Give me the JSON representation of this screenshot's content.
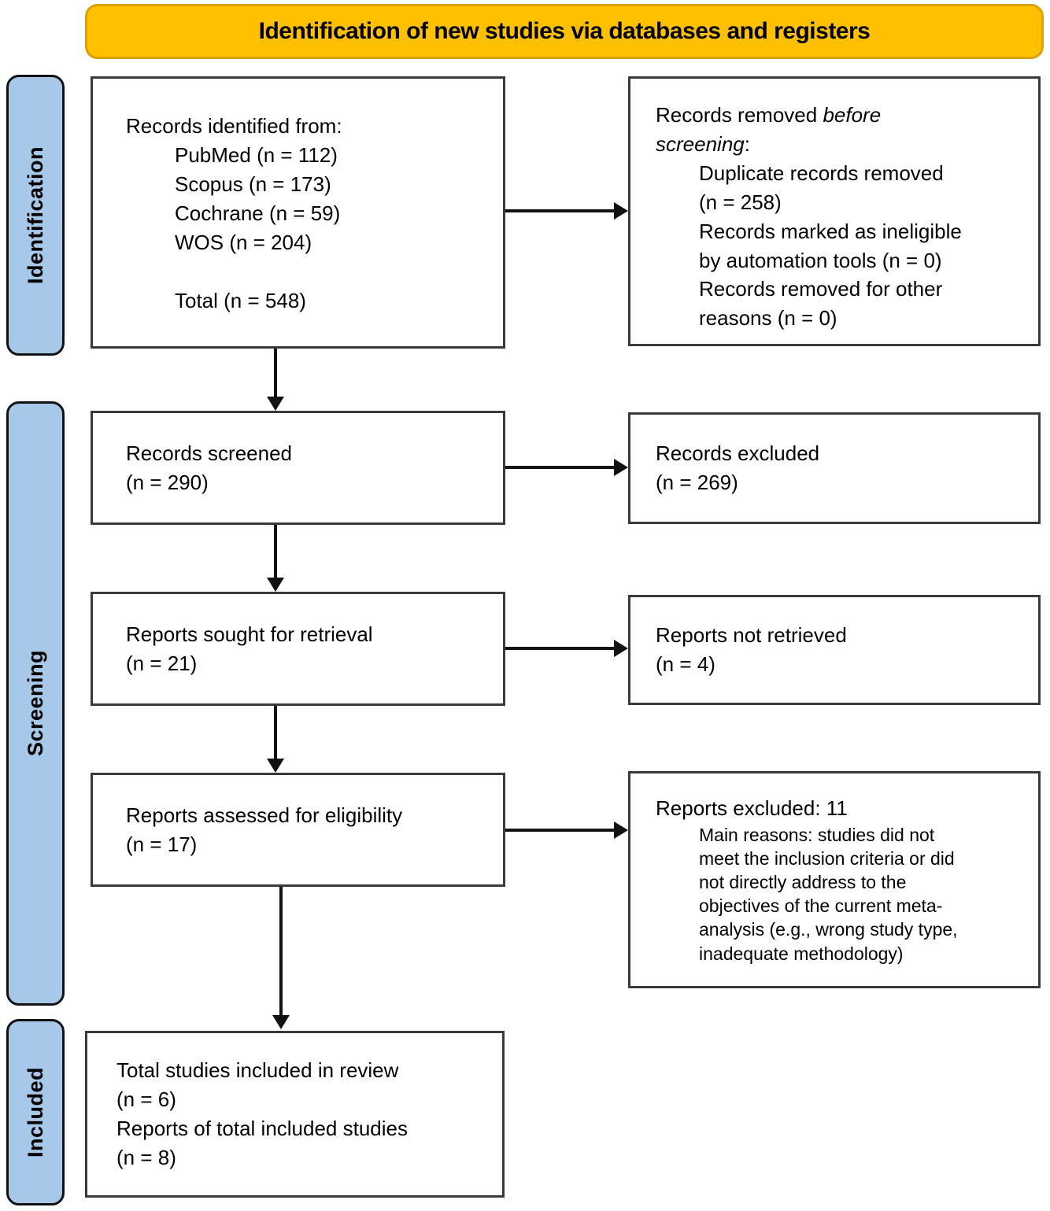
{
  "title": "Identification of new studies via databases and registers",
  "colors": {
    "banner_fill": "#FFC000",
    "banner_border": "#D9A201",
    "phase_fill": "#A7C8E9",
    "box_border": "#3a3a3a",
    "arrow": "#121212"
  },
  "phases": {
    "identification": "Identification",
    "screening": "Screening",
    "included": "Included"
  },
  "boxes": {
    "identified": {
      "intro": "Records identified from:",
      "items": [
        "PubMed (n = 112)",
        "Scopus (n = 173)",
        "Cochrane (n = 59)",
        "WOS (n = 204)"
      ],
      "total": "Total (n = 548)"
    },
    "removed_before_screening": {
      "intro_prefix": "Records removed",
      "intro_italic_line1": "before",
      "intro_italic_line2": "screening",
      "intro_suffix": ":",
      "items": [
        [
          "Duplicate records removed",
          "(n = 258)"
        ],
        [
          "Records marked as ineligible",
          "by automation tools (n = 0)"
        ],
        [
          "Records removed for other",
          "reasons (n = 0)"
        ]
      ]
    },
    "screened": {
      "label": "Records screened",
      "count": "(n = 290)"
    },
    "records_excluded": {
      "label": "Records excluded",
      "count": "(n = 269)"
    },
    "sought": {
      "label": "Reports sought for retrieval",
      "count": "(n = 21)"
    },
    "not_retrieved": {
      "label": "Reports not retrieved",
      "count": "(n = 4)"
    },
    "assessed": {
      "label": "Reports assessed for eligibility",
      "count": "(n = 17)"
    },
    "reports_excluded": {
      "heading": "Reports excluded: 11",
      "detail_lines": [
        "Main reasons: studies did not",
        "meet the inclusion criteria or did",
        "not directly address to the",
        "objectives of the current meta-",
        "analysis (e.g., wrong study type,",
        "inadequate methodology)"
      ]
    },
    "included": {
      "line1": "Total studies included in review",
      "line2": "(n = 6)",
      "line3": "Reports of total included studies",
      "line4": "(n = 8)"
    }
  }
}
